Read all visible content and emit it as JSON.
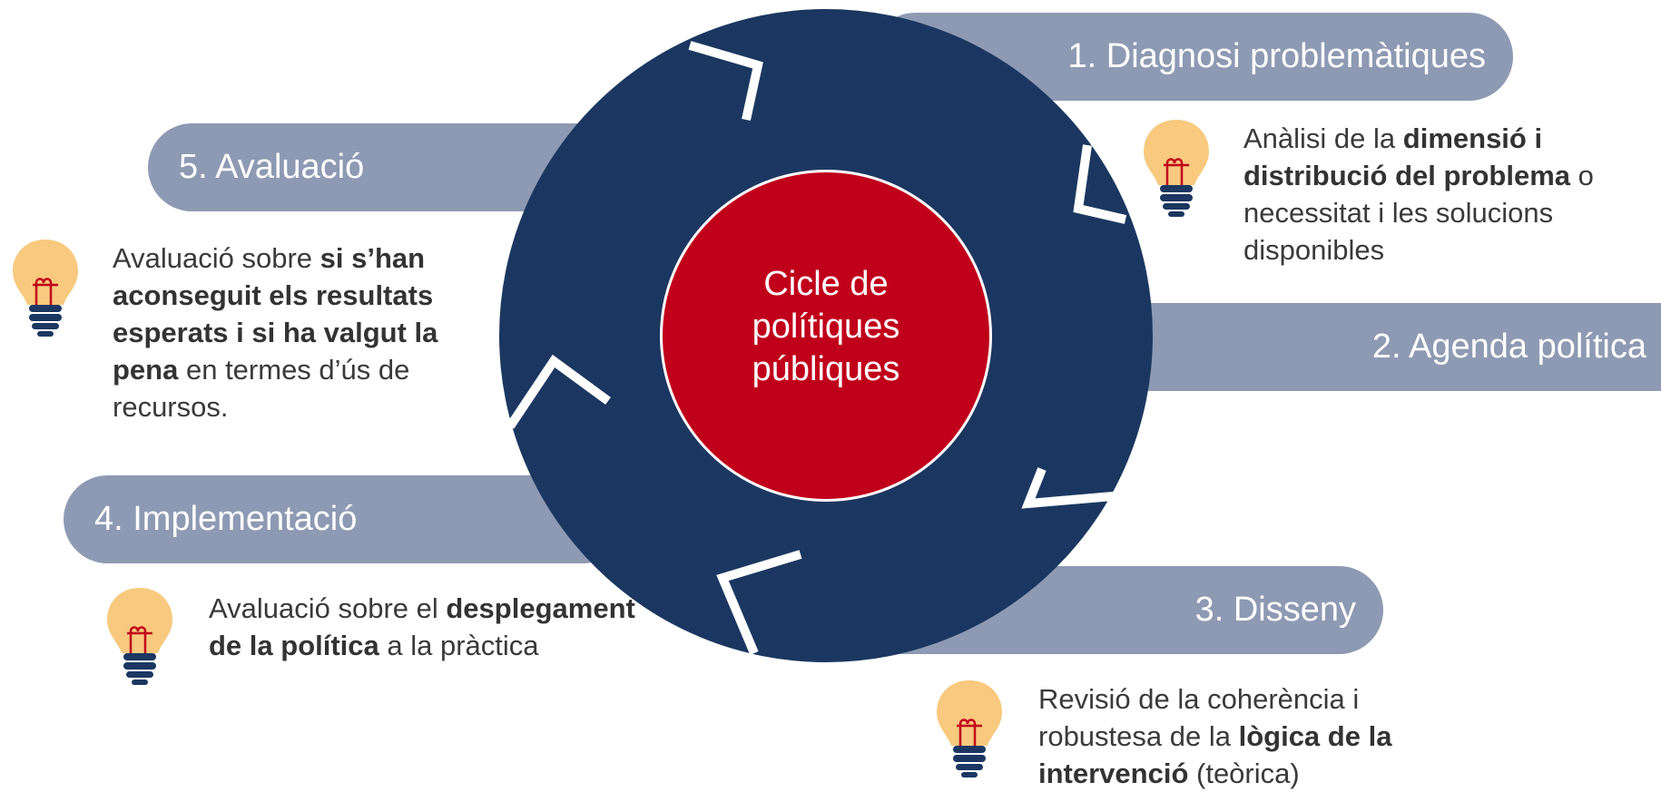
{
  "colors": {
    "band": "#8e9ab3",
    "ring": "#1b3761",
    "core": "#c0001b",
    "bulb_glass": "#f8c97e",
    "bulb_base": "#1b3761",
    "filament": "#c0001b",
    "text": "#3a3a3a"
  },
  "center": {
    "lines": [
      "Cicle de",
      "polítiques",
      "públiques"
    ]
  },
  "stages": {
    "s1": {
      "label": "1. Diagnosi problemàtiques",
      "desc": [
        {
          "t": "Anàlisi de la ",
          "b": false
        },
        {
          "t": "dimensió i distribució del problema",
          "b": true
        },
        {
          "t": " o necessitat i les solucions disponibles",
          "b": false
        }
      ]
    },
    "s2": {
      "label": "2. Agenda política"
    },
    "s3": {
      "label": "3. Disseny",
      "desc": [
        {
          "t": "Revisió de la coherència i robustesa de la ",
          "b": false
        },
        {
          "t": "lògica de la intervenció",
          "b": true
        },
        {
          "t": " (teòrica)",
          "b": false
        }
      ]
    },
    "s4": {
      "label": "4. Implementació",
      "desc": [
        {
          "t": "Avaluació sobre el ",
          "b": false
        },
        {
          "t": "desplegament de la política",
          "b": true
        },
        {
          "t": " a la pràctica",
          "b": false
        }
      ]
    },
    "s5": {
      "label": "5. Avaluació",
      "desc": [
        {
          "t": "Avaluació sobre ",
          "b": false
        },
        {
          "t": "si s’han aconseguit els resultats esperats i si ha valgut la pena",
          "b": true
        },
        {
          "t": " en termes d’ús de recursos.",
          "b": false
        }
      ]
    }
  }
}
